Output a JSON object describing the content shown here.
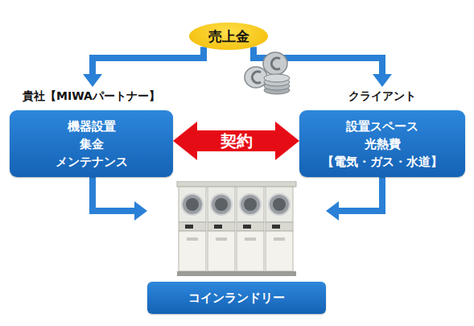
{
  "diagram": {
    "nodes": [
      {
        "text": [
          "売上金"
        ]
      },
      {
        "text": [
          "貴社【MIWAパートナー】",
          "機器設置",
          "集金",
          "メンテナンス"
        ]
      },
      {
        "text": [
          "クライアント",
          "設置スペース",
          "光熱費",
          "【電気・ガス・水道】"
        ]
      },
      {
        "text": [
          "コインランドリー"
        ]
      }
    ],
    "edges": [
      {
        "from": 0,
        "to": 1,
        "arrow": "to"
      },
      {
        "from": 0,
        "to": 2,
        "arrow": "to"
      },
      {
        "from": 1,
        "to": 3,
        "arrow": "to"
      },
      {
        "from": 2,
        "to": 3,
        "arrow": "to"
      },
      {
        "from": 1,
        "to": 2,
        "label": "契約",
        "arrow": "both"
      }
    ]
  }
}
